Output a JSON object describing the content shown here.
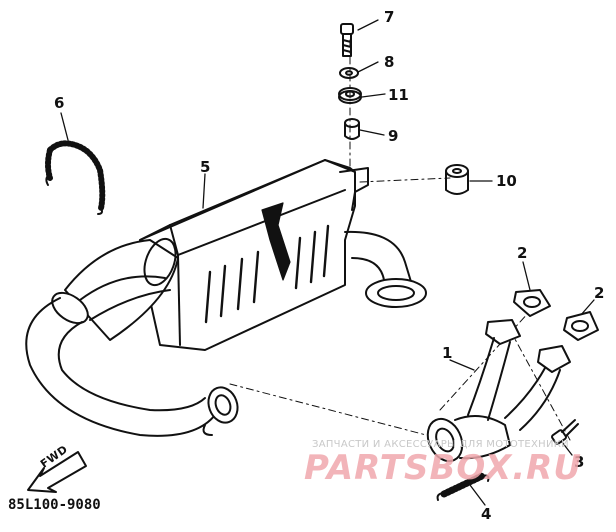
{
  "callouts": [
    {
      "id": "7",
      "text": "7"
    },
    {
      "id": "8",
      "text": "8"
    },
    {
      "id": "11",
      "text": "11"
    },
    {
      "id": "9",
      "text": "9"
    },
    {
      "id": "6",
      "text": "6"
    },
    {
      "id": "5",
      "text": "5"
    },
    {
      "id": "10",
      "text": "10"
    },
    {
      "id": "2a",
      "text": "2"
    },
    {
      "id": "2b",
      "text": "2"
    },
    {
      "id": "1",
      "text": "1"
    },
    {
      "id": "3",
      "text": "3"
    },
    {
      "id": "4",
      "text": "4"
    }
  ],
  "direction_label": "FWD",
  "diagram_code": "85L100-9080",
  "watermark": {
    "tagline": "ЗАПЧАСТИ И АКСЕССУАРЫ ДЛЯ МОТОТЕХНИКИ",
    "brand": "PARTSBOX.RU"
  },
  "colors": {
    "line": "#111111",
    "watermark_brand": "#f0a8ad",
    "watermark_tagline": "#c8c8c8"
  }
}
